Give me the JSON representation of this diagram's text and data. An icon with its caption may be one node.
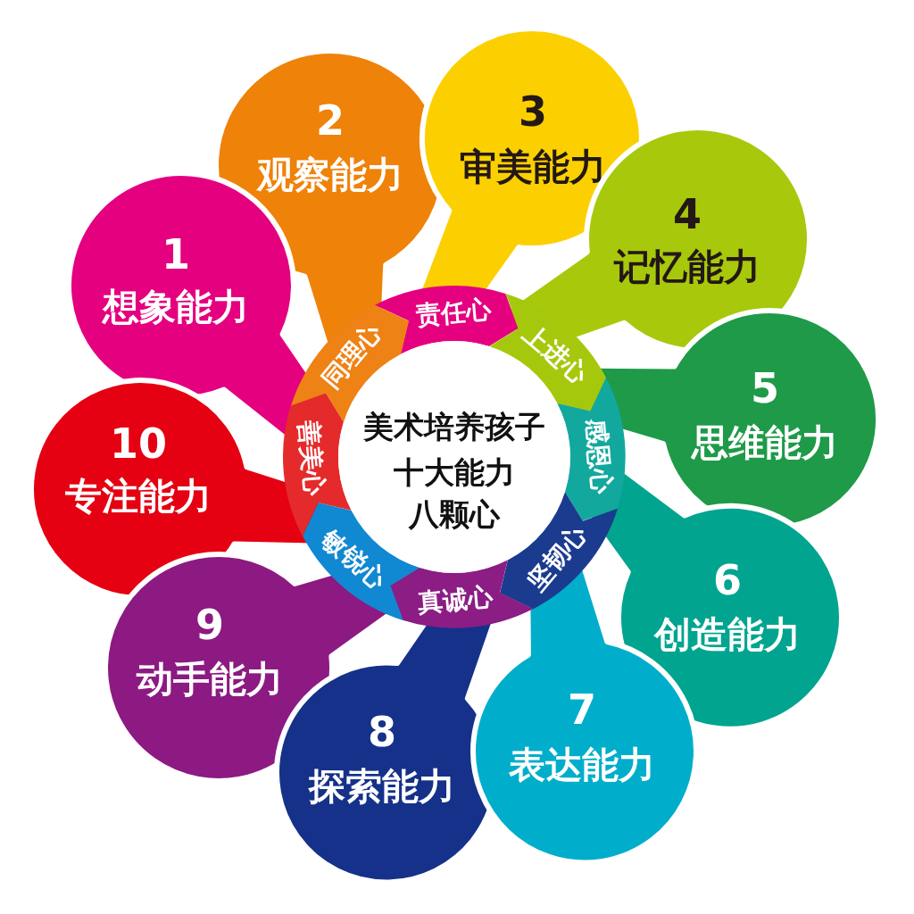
{
  "diagram": {
    "nodes": [
      {
        "text": [
          "美术培养孩子",
          "十大能力",
          "八颗心"
        ]
      },
      {
        "text": [
          "责任心"
        ]
      },
      {
        "text": [
          "上进心"
        ]
      },
      {
        "text": [
          "感恩心"
        ]
      },
      {
        "text": [
          "坚韧心"
        ]
      },
      {
        "text": [
          "真诚心"
        ]
      },
      {
        "text": [
          "敏锐心"
        ]
      },
      {
        "text": [
          "善美心"
        ]
      },
      {
        "text": [
          "同理心"
        ]
      },
      {
        "text": [
          "1",
          "想象能力"
        ]
      },
      {
        "text": [
          "2",
          "观察能力"
        ]
      },
      {
        "text": [
          "3",
          "审美能力"
        ]
      },
      {
        "text": [
          "4",
          "记忆能力"
        ]
      },
      {
        "text": [
          "5",
          "思维能力"
        ]
      },
      {
        "text": [
          "6",
          "创造能力"
        ]
      },
      {
        "text": [
          "7",
          "表达能力"
        ]
      },
      {
        "text": [
          "8",
          "探索能力"
        ]
      },
      {
        "text": [
          "9",
          "动手能力"
        ]
      },
      {
        "text": [
          "10",
          "专注能力"
        ]
      }
    ]
  }
}
